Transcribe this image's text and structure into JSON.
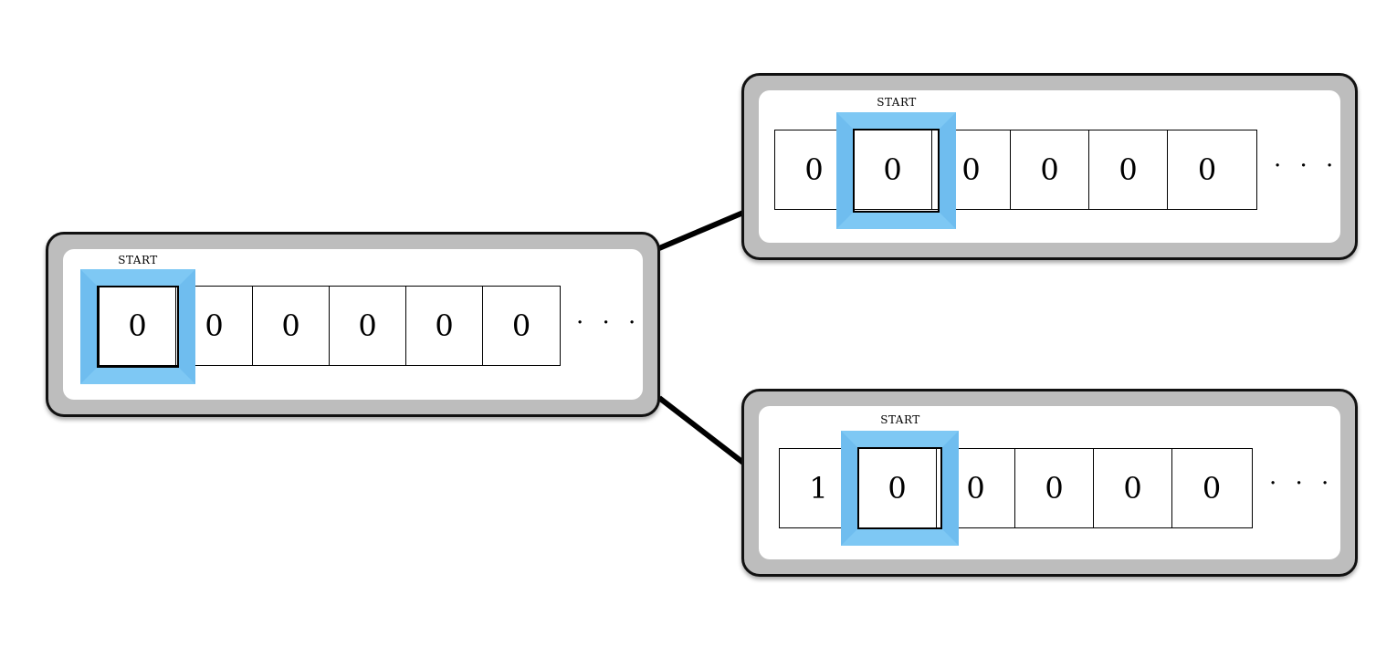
{
  "start_label": "START",
  "ellipsis": "· · ·",
  "colors": {
    "head": "#77c3f2",
    "panel_border": "#bdbdbd",
    "line": "#000000"
  },
  "configs": {
    "root": {
      "cells": [
        "0",
        "0",
        "0",
        "0",
        "0",
        "0"
      ],
      "head_index": 0
    },
    "upper": {
      "cells": [
        "0",
        "0",
        "0",
        "0",
        "0",
        "0"
      ],
      "head_index": 1
    },
    "lower": {
      "cells": [
        "1",
        "0",
        "0",
        "0",
        "0",
        "0"
      ],
      "head_index": 1
    }
  }
}
